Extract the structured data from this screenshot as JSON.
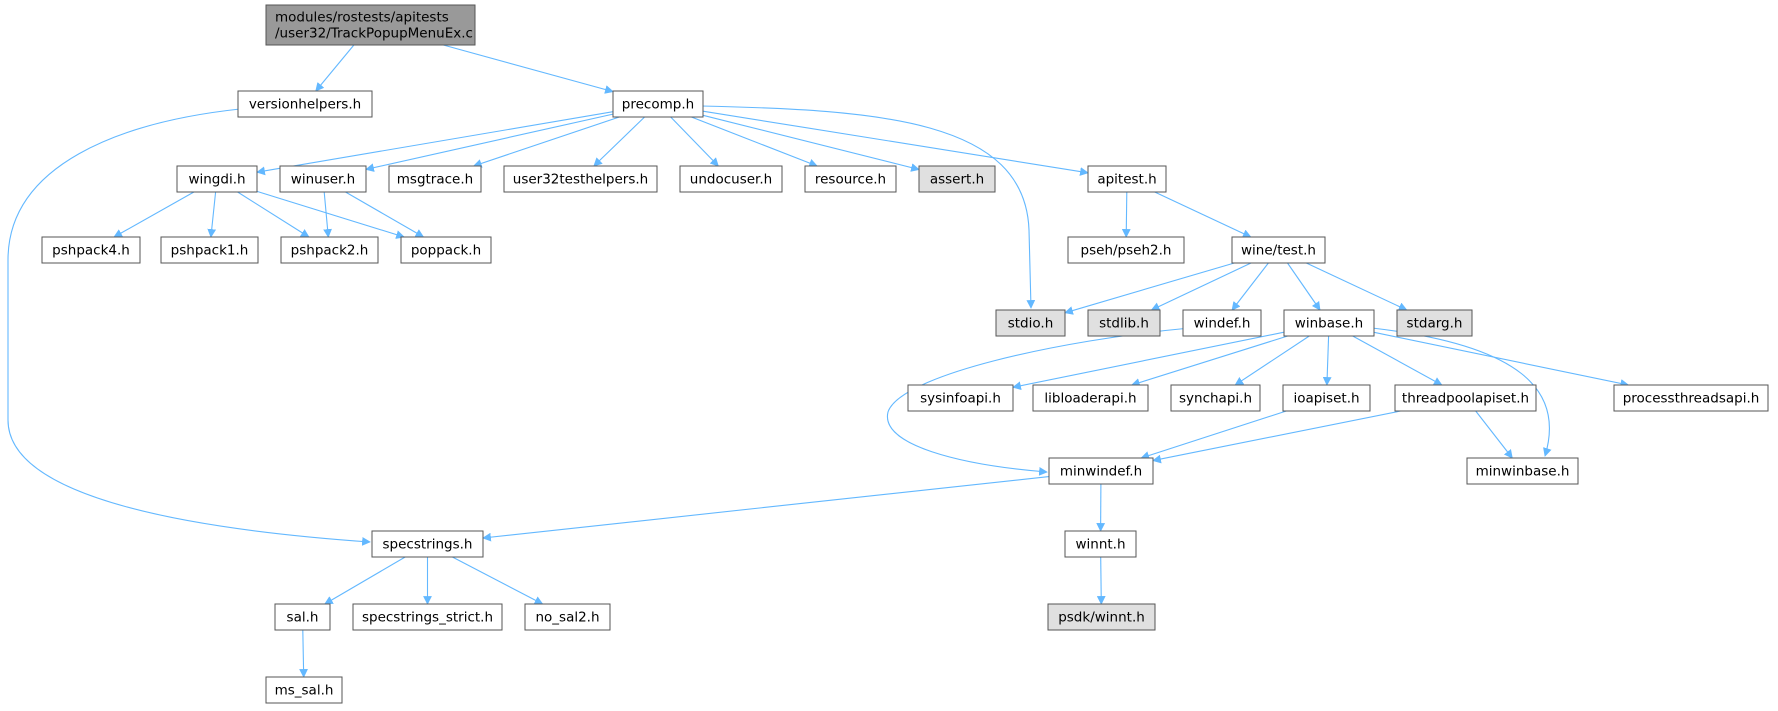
{
  "diagram": {
    "colors": {
      "edge": "#63b8ff",
      "node_fill": "#ffffff",
      "node_root_fill": "#999999",
      "node_external_fill": "#e0e0e0",
      "node_border": "#555555",
      "node_external_border": "#999999"
    },
    "nodes": [
      {
        "id": "root",
        "lines": [
          "modules/rostests/apitests",
          "/user32/TrackPopupMenuEx.c"
        ],
        "kind": "root"
      },
      {
        "id": "versionhelpers",
        "lines": [
          "versionhelpers.h"
        ],
        "kind": "normal"
      },
      {
        "id": "precomp",
        "lines": [
          "precomp.h"
        ],
        "kind": "normal"
      },
      {
        "id": "wingdi",
        "lines": [
          "wingdi.h"
        ],
        "kind": "normal"
      },
      {
        "id": "winuser",
        "lines": [
          "winuser.h"
        ],
        "kind": "normal"
      },
      {
        "id": "msgtrace",
        "lines": [
          "msgtrace.h"
        ],
        "kind": "normal"
      },
      {
        "id": "user32testhelpers",
        "lines": [
          "user32testhelpers.h"
        ],
        "kind": "normal"
      },
      {
        "id": "undocuser",
        "lines": [
          "undocuser.h"
        ],
        "kind": "normal"
      },
      {
        "id": "resource",
        "lines": [
          "resource.h"
        ],
        "kind": "normal"
      },
      {
        "id": "assert",
        "lines": [
          "assert.h"
        ],
        "kind": "external"
      },
      {
        "id": "apitest",
        "lines": [
          "apitest.h"
        ],
        "kind": "normal"
      },
      {
        "id": "pshpack4",
        "lines": [
          "pshpack4.h"
        ],
        "kind": "normal"
      },
      {
        "id": "pshpack1",
        "lines": [
          "pshpack1.h"
        ],
        "kind": "normal"
      },
      {
        "id": "pshpack2",
        "lines": [
          "pshpack2.h"
        ],
        "kind": "normal"
      },
      {
        "id": "poppack",
        "lines": [
          "poppack.h"
        ],
        "kind": "normal"
      },
      {
        "id": "psehpseh2",
        "lines": [
          "pseh/pseh2.h"
        ],
        "kind": "normal"
      },
      {
        "id": "winetest",
        "lines": [
          "wine/test.h"
        ],
        "kind": "normal"
      },
      {
        "id": "stdio",
        "lines": [
          "stdio.h"
        ],
        "kind": "external"
      },
      {
        "id": "stdlib",
        "lines": [
          "stdlib.h"
        ],
        "kind": "external"
      },
      {
        "id": "windef",
        "lines": [
          "windef.h"
        ],
        "kind": "normal"
      },
      {
        "id": "winbase",
        "lines": [
          "winbase.h"
        ],
        "kind": "normal"
      },
      {
        "id": "stdarg",
        "lines": [
          "stdarg.h"
        ],
        "kind": "external"
      },
      {
        "id": "sysinfoapi",
        "lines": [
          "sysinfoapi.h"
        ],
        "kind": "normal"
      },
      {
        "id": "libloaderapi",
        "lines": [
          "libloaderapi.h"
        ],
        "kind": "normal"
      },
      {
        "id": "synchapi",
        "lines": [
          "synchapi.h"
        ],
        "kind": "normal"
      },
      {
        "id": "ioapiset",
        "lines": [
          "ioapiset.h"
        ],
        "kind": "normal"
      },
      {
        "id": "threadpoolapiset",
        "lines": [
          "threadpoolapiset.h"
        ],
        "kind": "normal"
      },
      {
        "id": "processthreadsapi",
        "lines": [
          "processthreadsapi.h"
        ],
        "kind": "normal"
      },
      {
        "id": "minwindef",
        "lines": [
          "minwindef.h"
        ],
        "kind": "normal"
      },
      {
        "id": "minwinbase",
        "lines": [
          "minwinbase.h"
        ],
        "kind": "normal"
      },
      {
        "id": "specstrings",
        "lines": [
          "specstrings.h"
        ],
        "kind": "normal"
      },
      {
        "id": "winnt",
        "lines": [
          "winnt.h"
        ],
        "kind": "normal"
      },
      {
        "id": "sal",
        "lines": [
          "sal.h"
        ],
        "kind": "normal"
      },
      {
        "id": "specstrings_strict",
        "lines": [
          "specstrings_strict.h"
        ],
        "kind": "normal"
      },
      {
        "id": "no_sal2",
        "lines": [
          "no_sal2.h"
        ],
        "kind": "normal"
      },
      {
        "id": "psdkwinnt",
        "lines": [
          "psdk/winnt.h"
        ],
        "kind": "external"
      },
      {
        "id": "ms_sal",
        "lines": [
          "ms_sal.h"
        ],
        "kind": "normal"
      }
    ],
    "edges": [
      {
        "from": "root",
        "to": "versionhelpers"
      },
      {
        "from": "root",
        "to": "precomp"
      },
      {
        "from": "versionhelpers",
        "to": "specstrings"
      },
      {
        "from": "precomp",
        "to": "wingdi"
      },
      {
        "from": "precomp",
        "to": "winuser"
      },
      {
        "from": "precomp",
        "to": "msgtrace"
      },
      {
        "from": "precomp",
        "to": "user32testhelpers"
      },
      {
        "from": "precomp",
        "to": "undocuser"
      },
      {
        "from": "precomp",
        "to": "resource"
      },
      {
        "from": "precomp",
        "to": "assert"
      },
      {
        "from": "precomp",
        "to": "apitest"
      },
      {
        "from": "precomp",
        "to": "stdio"
      },
      {
        "from": "wingdi",
        "to": "pshpack4"
      },
      {
        "from": "wingdi",
        "to": "pshpack1"
      },
      {
        "from": "wingdi",
        "to": "pshpack2"
      },
      {
        "from": "wingdi",
        "to": "poppack"
      },
      {
        "from": "winuser",
        "to": "pshpack2"
      },
      {
        "from": "winuser",
        "to": "poppack"
      },
      {
        "from": "apitest",
        "to": "psehpseh2"
      },
      {
        "from": "apitest",
        "to": "winetest"
      },
      {
        "from": "winetest",
        "to": "stdio"
      },
      {
        "from": "winetest",
        "to": "stdlib"
      },
      {
        "from": "winetest",
        "to": "windef"
      },
      {
        "from": "winetest",
        "to": "winbase"
      },
      {
        "from": "winetest",
        "to": "stdarg"
      },
      {
        "from": "windef",
        "to": "minwindef"
      },
      {
        "from": "winbase",
        "to": "sysinfoapi"
      },
      {
        "from": "winbase",
        "to": "libloaderapi"
      },
      {
        "from": "winbase",
        "to": "synchapi"
      },
      {
        "from": "winbase",
        "to": "ioapiset"
      },
      {
        "from": "winbase",
        "to": "threadpoolapiset"
      },
      {
        "from": "winbase",
        "to": "processthreadsapi"
      },
      {
        "from": "winbase",
        "to": "minwinbase"
      },
      {
        "from": "ioapiset",
        "to": "minwindef"
      },
      {
        "from": "threadpoolapiset",
        "to": "minwindef"
      },
      {
        "from": "threadpoolapiset",
        "to": "minwinbase"
      },
      {
        "from": "minwindef",
        "to": "specstrings"
      },
      {
        "from": "minwindef",
        "to": "winnt"
      },
      {
        "from": "winnt",
        "to": "psdkwinnt"
      },
      {
        "from": "specstrings",
        "to": "sal"
      },
      {
        "from": "specstrings",
        "to": "specstrings_strict"
      },
      {
        "from": "specstrings",
        "to": "no_sal2"
      },
      {
        "from": "sal",
        "to": "ms_sal"
      }
    ]
  }
}
